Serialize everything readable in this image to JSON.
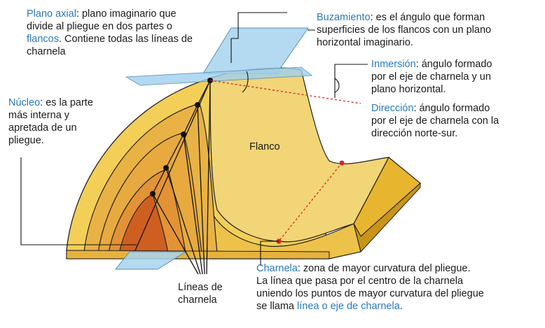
{
  "labels": {
    "plano_axial": {
      "term": "Plano axial",
      "text_a": ": plano imaginario que\ndivide al pliegue en dos partes o\n",
      "term2": "flancos",
      "text_b": ". Contiene todas las líneas de\ncharnela"
    },
    "buzamiento": {
      "term": "Buzamiento",
      "text": ": es el ángulo que forman\nsuperficies de los flancos con un plano\nhorizontal imaginario."
    },
    "inmersion": {
      "term": "Inmersión",
      "text": ": ángulo formado\npor el eje de charnela y un\nplano horizontal."
    },
    "direccion": {
      "term": "Dirección",
      "text": ": ángulo formado\npor el eje de charnela con la\ndirección norte-sur."
    },
    "nucleo": {
      "term": "Núcleo",
      "text": ": es la parte\nmás interna y\napretada de un\npliegue."
    },
    "flanco": "Flanco",
    "lineas_charnela": "Líneas de\ncharnela",
    "charnela": {
      "term": "Charnela",
      "text_a": ": zona de mayor curvatura del pliegue.\nLa línea que pasa por el centro de la charnela\nuniendo los puntos de mayor curvatura del pliegue\nse llama ",
      "term2": "línea o eje de charnela",
      "text_b": "."
    }
  },
  "colors": {
    "term_blue": "#2a79b8",
    "layer_outer": "#f5d45a",
    "layer_orange": "#e08a2a",
    "core": "#cf5f20",
    "plane_blue": "#a7d3ef",
    "red_dots": "#d6232a"
  }
}
